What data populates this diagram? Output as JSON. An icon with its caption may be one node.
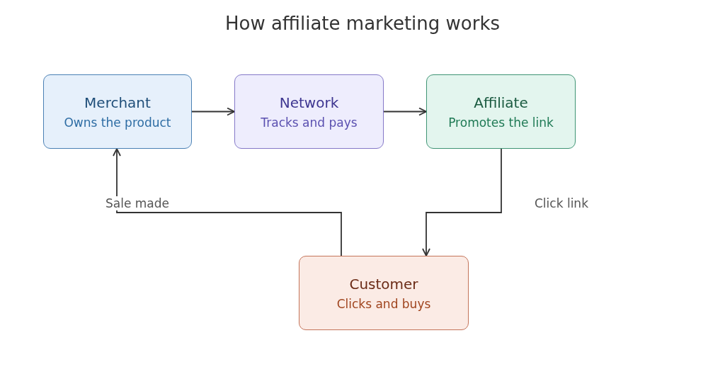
{
  "diagram": {
    "title": "How affiliate marketing works",
    "nodes": [
      {
        "text": [
          "Merchant",
          "Owns the product"
        ]
      },
      {
        "text": [
          "Network",
          "Tracks and pays"
        ]
      },
      {
        "text": [
          "Affiliate",
          "Promotes the link"
        ]
      },
      {
        "text": [
          "Customer",
          "Clicks and buys"
        ]
      }
    ],
    "edges": [
      {
        "from": 0,
        "to": 1,
        "arrow": "to"
      },
      {
        "from": 1,
        "to": 2,
        "arrow": "to"
      },
      {
        "from": 2,
        "to": 3,
        "arrow": "to",
        "label": "Click link"
      },
      {
        "from": 3,
        "to": 0,
        "arrow": "to",
        "label": "Sale made"
      }
    ]
  }
}
